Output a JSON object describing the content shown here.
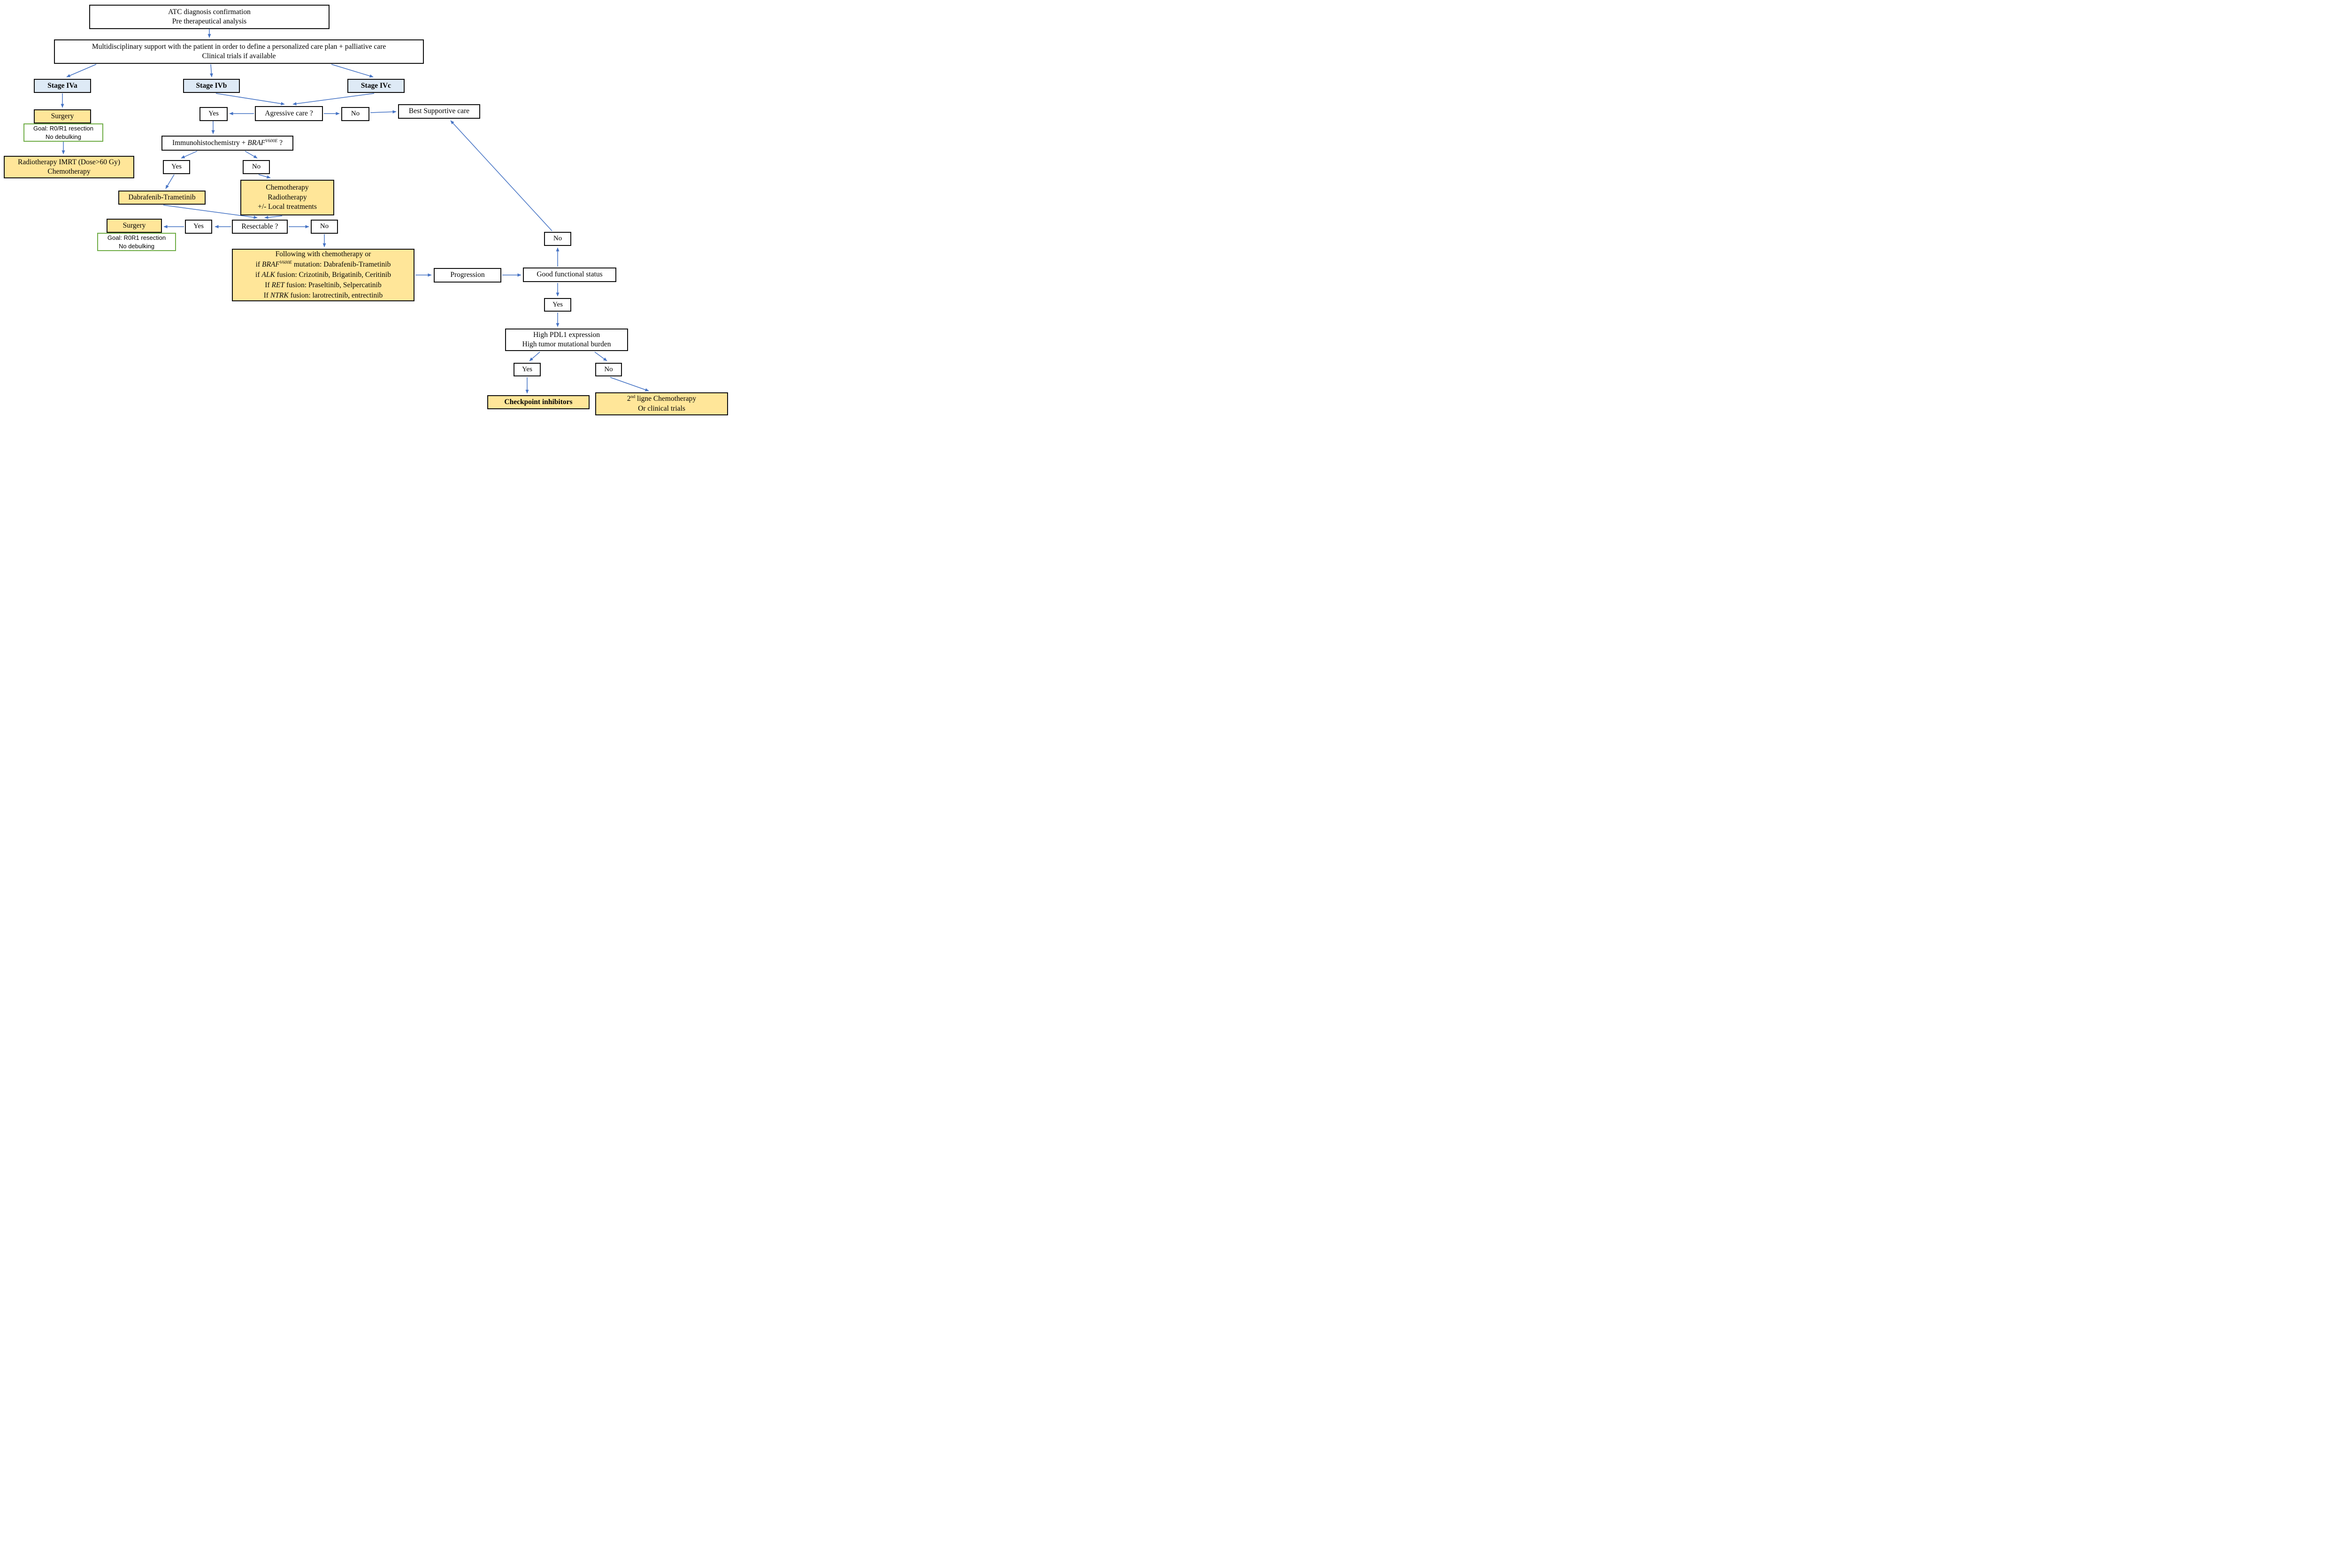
{
  "colors": {
    "yellow_fill": "#FFE699",
    "blue_fill": "#DEEAF6",
    "green_border": "#70AD47",
    "arrow_blue": "#4472C4",
    "box_border": "#111111"
  },
  "nodes": {
    "atc": {
      "line1": "ATC diagnosis confirmation",
      "line2": "Pre therapeutical analysis"
    },
    "multidisciplinary": {
      "line1": "Multidisciplinary support with the patient in order to define a personalized care plan + palliative care",
      "line2": "Clinical trials if available"
    },
    "stage_iva": {
      "label": "Stage IVa"
    },
    "stage_ivb": {
      "label": "Stage IVb"
    },
    "stage_ivc": {
      "label": "Stage IVc"
    },
    "surgery_iva": {
      "label": "Surgery"
    },
    "goal_iva": {
      "line1": "Goal: R0/R1 resection",
      "line2": "No debulking"
    },
    "radiotherapy": {
      "line1": "Radiotherapy IMRT (Dose>60 Gy)",
      "line2": "Chemotherapy"
    },
    "yes_aggressive": {
      "label": "Yes"
    },
    "aggressive_care": {
      "label": "Agressive care ?"
    },
    "no_aggressive": {
      "label": "No"
    },
    "best_supportive": {
      "label": "Best Supportive care"
    },
    "immunohistochemistry": {
      "prefix": "Immunohistochemistry + ",
      "gene": "BRAF",
      "sup": "V600E",
      "suffix": " ?"
    },
    "yes_braf": {
      "label": "Yes"
    },
    "no_braf": {
      "label": "No"
    },
    "dabrafenib": {
      "label": "Dabrafenib-Trametinib"
    },
    "chemo_radio": {
      "line1": "Chemotherapy",
      "line2": "Radiotherapy",
      "line3": "+/- Local treatments"
    },
    "surgery_resectable": {
      "label": "Surgery"
    },
    "goal_resectable": {
      "line1": "Goal: R0R1 resection",
      "line2": "No debulking"
    },
    "yes_resectable": {
      "label": "Yes"
    },
    "resectable": {
      "label": "Resectable ?"
    },
    "no_resectable": {
      "label": "No"
    },
    "following": {
      "line1": "Following with chemotherapy or",
      "line2_pre": "if ",
      "line2_gene": "BRAF",
      "line2_sup": "V600E",
      "line2_post": " mutation: Dabrafenib-Trametinib",
      "line3_pre": "if ",
      "line3_gene": "ALK",
      "line3_post": " fusion: Crizotinib, Brigatinib, Ceritinib",
      "line4_pre": "If ",
      "line4_gene": "RET",
      "line4_post": " fusion: Praseltinib, Selpercatinib",
      "line5_pre": "If ",
      "line5_gene": "NTRK",
      "line5_post": " fusion: larotrectinib, entrectinib"
    },
    "progression": {
      "label": "Progression"
    },
    "good_functional": {
      "label": "Good functional status"
    },
    "no_functional": {
      "label": "No"
    },
    "yes_functional": {
      "label": "Yes"
    },
    "pdl1": {
      "line1": "High PDL1 expression",
      "line2": "High tumor mutational burden"
    },
    "yes_pdl1": {
      "label": "Yes"
    },
    "no_pdl1": {
      "label": "No"
    },
    "checkpoint": {
      "label": "Checkpoint inhibitors"
    },
    "second_line": {
      "num": "2",
      "sup": "nd",
      "rest": " ligne Chemotherapy",
      "line2": "Or clinical trials"
    }
  }
}
